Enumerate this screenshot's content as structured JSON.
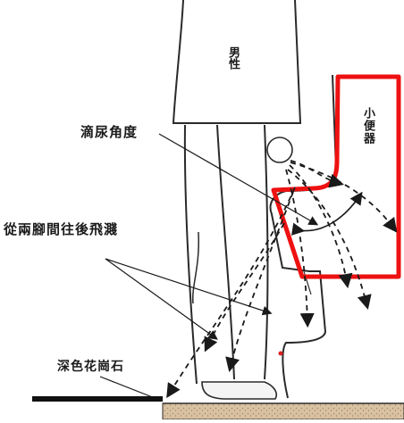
{
  "labels": {
    "drip_angle": "滴尿角度",
    "splash_back": "從兩腳間往後飛濺",
    "dark_granite": "深色花崗石",
    "male": "男性",
    "urinal": "小便器"
  },
  "colors": {
    "outline": "#2a2a2a",
    "highlight": "#ee1111",
    "floor": "#d9c2a2",
    "floor_bar": "#111111"
  }
}
